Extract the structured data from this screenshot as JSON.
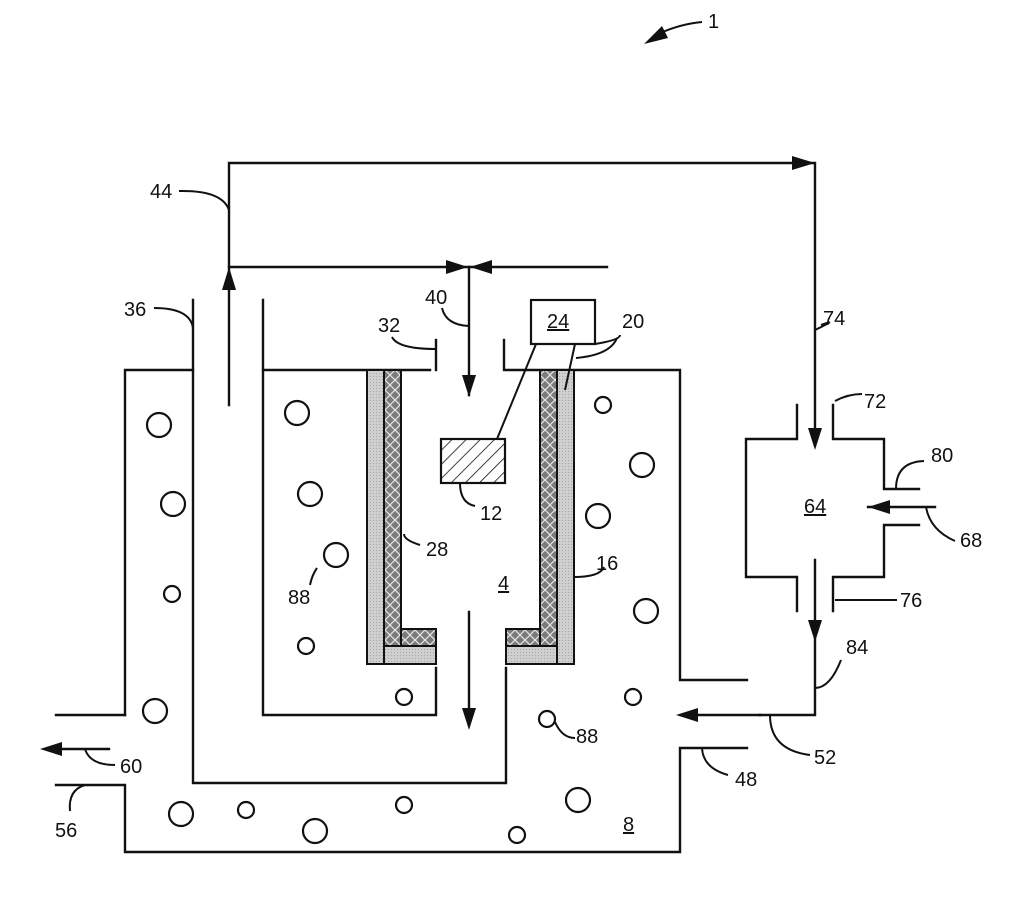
{
  "figure": {
    "type": "patent-schematic",
    "reference_numerals": {
      "system": "1",
      "chamber": "4",
      "outer_vessel": "8",
      "sample": "12",
      "outer_wall": "16",
      "wall_label_20": "20",
      "controller": "24",
      "liner": "28",
      "lid_opening": "32",
      "vent_pipe": "36",
      "inlet_line": "40",
      "recirculation_line": "44",
      "side_inlet_port": "48",
      "return_flow": "52",
      "drain_port": "56",
      "drain_flow": "60",
      "mixer": "64",
      "mixer_feed": "68",
      "mixer_inlet": "72",
      "feed_line": "74",
      "mixer_outlet": "76",
      "feed_port": "80",
      "mixer_discharge": "84",
      "bubble": "88"
    },
    "underlined_labels": [
      "4",
      "8",
      "24",
      "64"
    ],
    "colors": {
      "line": "#111111",
      "insulation_fill": "#c8c8c8",
      "lining_fill": "#7a7a7a",
      "background": "#ffffff"
    }
  }
}
